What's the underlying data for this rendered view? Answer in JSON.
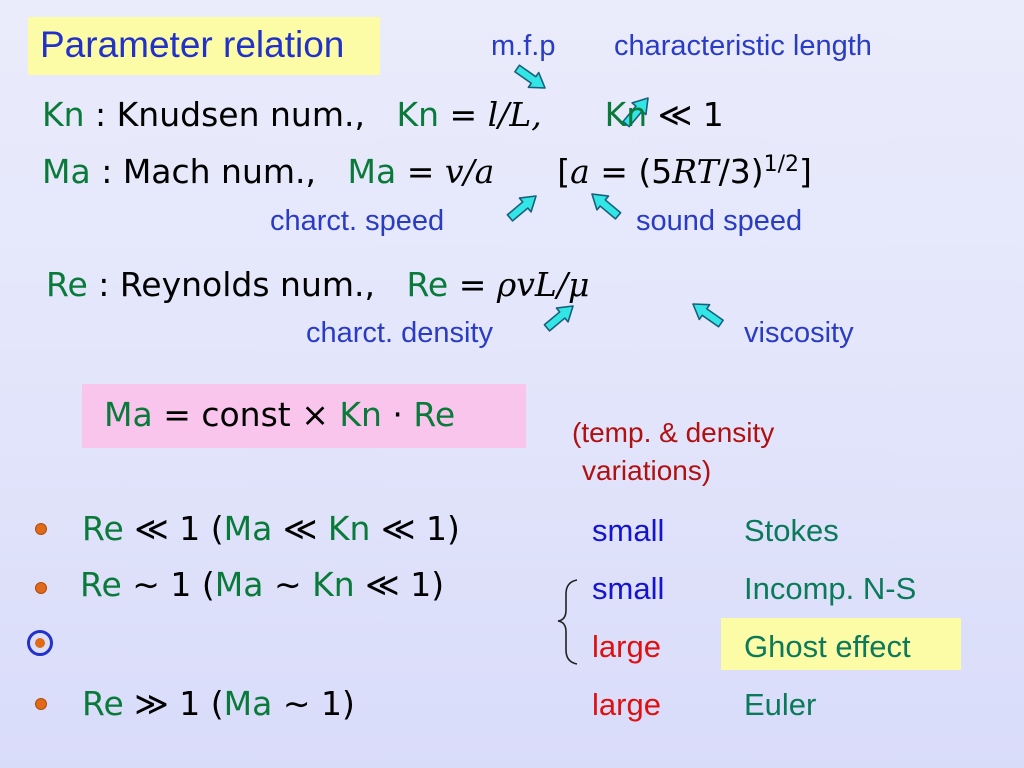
{
  "title": "Parameter relation",
  "annotations": {
    "mfp": "m.f.p",
    "char_length": "characteristic length",
    "charct_speed": "charct. speed",
    "sound_speed": "sound speed",
    "charct_density": "charct. density",
    "viscosity": "viscosity",
    "temp_density_1": "(temp. & density",
    "temp_density_2": "variations)"
  },
  "equations": {
    "kn": {
      "sym": "Kn",
      "sep": " :  ",
      "name": "Knudsen num.,",
      "sym2": "Kn",
      "rel": " = ",
      "expr": "l/L,",
      "sym3": "Kn",
      "tail": " ≪ 1"
    },
    "ma": {
      "sym": "Ma",
      "sep": " :  ",
      "name": "Mach num.,",
      "sym2": "Ma",
      "rel": " = ",
      "expr": "v/a",
      "bracket_open": "[",
      "a": "a",
      "eq": " = (5",
      "rt": "RT",
      "rest": "/3)",
      "exp": "1/2",
      "bracket_close": "]"
    },
    "re": {
      "sym": "Re",
      "sep": " :  ",
      "name": "Reynolds num.,",
      "sym2": "Re",
      "rel": " = ",
      "expr": "ρvL/μ"
    }
  },
  "boxed_formula": {
    "ma": "Ma",
    "mid": " = const × ",
    "kn": "Kn",
    "dot": " · ",
    "re": "Re"
  },
  "regimes": [
    {
      "re": "Re",
      "cond": " ≪ 1",
      "open": "   (",
      "ma": "Ma",
      "rel1": " ≪ ",
      "kn": "Kn",
      "rel2": " ≪ 1)",
      "variation": "small",
      "model": "Stokes"
    },
    {
      "re": "Re",
      "cond": " ∼ 1",
      "open": "   (",
      "ma": "Ma",
      "rel1": " ∼ ",
      "kn": "Kn",
      "rel2": " ≪ 1)",
      "variation": "small",
      "model": "Incomp. N-S"
    },
    {
      "variation": "large",
      "model": "Ghost effect"
    },
    {
      "re": "Re",
      "cond": " ≫ 1",
      "open": "   (",
      "ma": "Ma",
      "rel1": " ∼ 1)",
      "variation": "large",
      "model": "Euler"
    }
  ],
  "colors": {
    "title_bg": "#fcfca6",
    "title_text": "#2232c8",
    "symbol_green": "#0a7a3a",
    "formula_bg": "#f9c5ec",
    "arrow_fill": "#33e6e6",
    "small_blue": "#1414d0",
    "large_red": "#e01010",
    "model_teal": "#0a7a5a",
    "bullet": "#e06a1a"
  }
}
